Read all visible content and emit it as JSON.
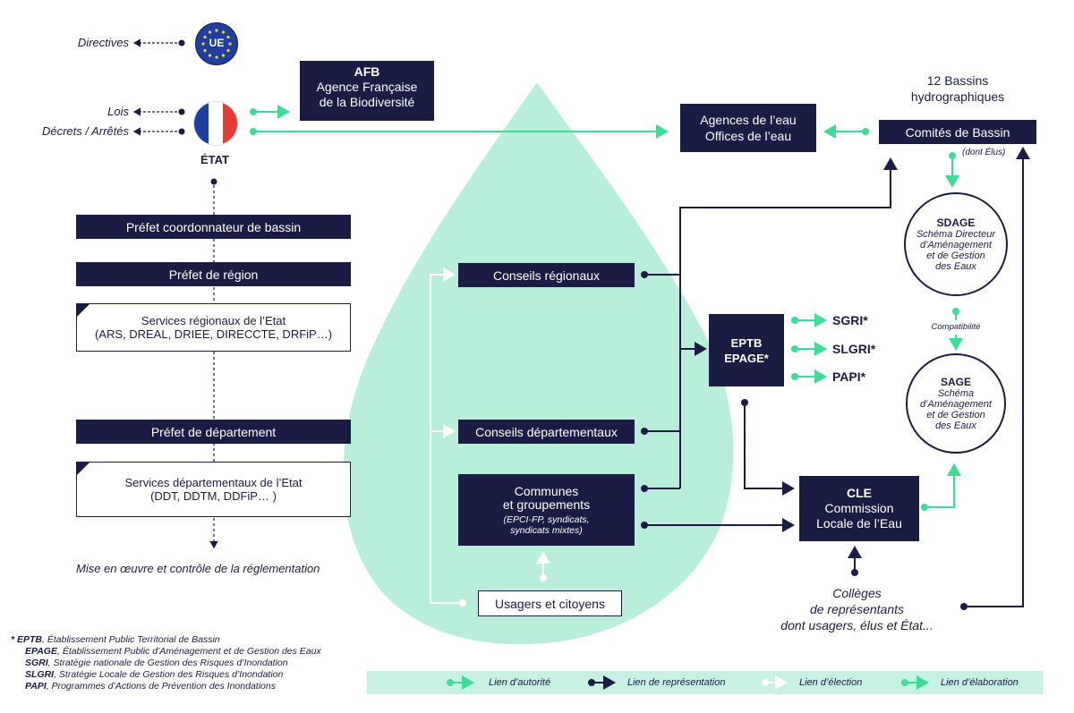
{
  "colors": {
    "navy": "#1b1c44",
    "green": "#3ddc97",
    "drop": "#b9efda",
    "legend_bg": "#c7f2e3",
    "eu_blue": "#1f3fa0",
    "eu_star": "#f3d32c"
  },
  "top_left": {
    "ue_label": "UE",
    "directives": "Directives",
    "lois": "Lois",
    "decrets": "Décrets / Arrêtés",
    "etat": "ÉTAT"
  },
  "afb": {
    "title": "AFB",
    "line1": "Agence Française",
    "line2": "de la Biodiversité"
  },
  "agences": {
    "line1": "Agences de l’eau",
    "line2": "Offices de l’eau"
  },
  "bassins": {
    "line1": "12 Bassins",
    "line2": "hydrographiques"
  },
  "comites": {
    "label": "Comités de Bassin",
    "note": "(dont Élus)"
  },
  "prefets": {
    "coord": "Préfet coordonnateur de bassin",
    "region": "Préfet de région",
    "departement": "Préfet de département"
  },
  "services_reg": {
    "line1": "Services régionaux de l’Etat",
    "line2": "(ARS, DREAL, DRIEE, DIRECCTE, DRFiP…)"
  },
  "services_dep": {
    "line1": "Services départementaux de l’Etat",
    "line2": "(DDT, DDTM, DDFiP… )"
  },
  "mise_en_oeuvre": "Mise en œuvre et contrôle de la réglementation",
  "conseils_reg": "Conseils régionaux",
  "conseils_dep": "Conseils départementaux",
  "communes": {
    "line1": "Communes",
    "line2": "et groupements",
    "sub1": "(EPCI-FP, syndicats,",
    "sub2": "syndicats mixtes)"
  },
  "usagers": "Usagers et citoyens",
  "eptb": {
    "line1": "EPTB",
    "line2": "EPAGE*"
  },
  "plans": {
    "sgri": "SGRI*",
    "slgri": "SLGRI*",
    "papi": "PAPI*"
  },
  "sdage": {
    "title": "SDAGE",
    "l1": "Schéma Directeur",
    "l2": "d’Aménagement",
    "l3": "et de Gestion",
    "l4": "des Eaux"
  },
  "compat": "Compatibilité",
  "sage": {
    "title": "SAGE",
    "l1": "Schéma",
    "l2": "d’Aménagement",
    "l3": "et de Gestion",
    "l4": "des Eaux"
  },
  "cle": {
    "title": "CLE",
    "l1": "Commission",
    "l2": "Locale de l’Eau"
  },
  "colleges": {
    "l1": "Collèges",
    "l2": "de représentants",
    "l3": "dont usagers, élus et État..."
  },
  "footnotes": [
    {
      "abbr": "* EPTB",
      "text": ", Établissement Public Territorial de Bassin"
    },
    {
      "abbr": "EPAGE",
      "text": ", Établissement Public d’Aménagement et de Gestion des Eaux"
    },
    {
      "abbr": "SGRI",
      "text": ", Stratégie nationale de Gestion des Risques d’Inondation"
    },
    {
      "abbr": "SLGRI",
      "text": ", Stratégie Locale de Gestion des Risques d’Inondation"
    },
    {
      "abbr": "PAPI",
      "text": ", Programmes d’Actions de Prévention des Inondations"
    }
  ],
  "legend": {
    "autorite": "Lien d’autorité",
    "representation": "Lien de représentation",
    "election": "Lien d’élection",
    "elaboration": "Lien d’élaboration"
  }
}
